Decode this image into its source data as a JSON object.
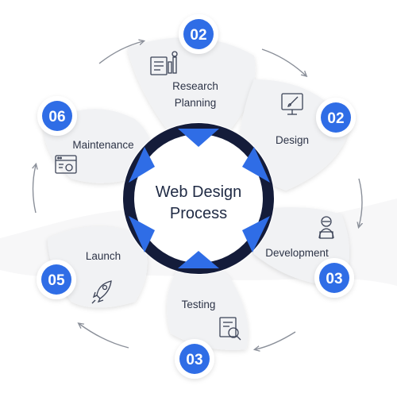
{
  "diagram": {
    "center": {
      "line1": "Web Design",
      "line2": "Process"
    },
    "steps": [
      {
        "badge": "02",
        "label_lines": [
          "Research",
          "Planning"
        ],
        "icon": "chart-report-icon"
      },
      {
        "badge": "02",
        "label_lines": [
          "Design"
        ],
        "icon": "monitor-brush-icon"
      },
      {
        "badge": "03",
        "label_lines": [
          "Development"
        ],
        "icon": "developer-laptop-icon"
      },
      {
        "badge": "03",
        "label_lines": [
          "Testing"
        ],
        "icon": "document-magnifier-icon"
      },
      {
        "badge": "05",
        "label_lines": [
          "Launch"
        ],
        "icon": "rocket-icon"
      },
      {
        "badge": "06",
        "label_lines": [
          "Maintenance"
        ],
        "icon": "browser-gear-icon"
      }
    ],
    "colors": {
      "accent": "#2f6de6",
      "ring": "#141c3a",
      "petal": "#f1f2f4",
      "text": "#2d3447",
      "arrow": "#8a8f99"
    }
  }
}
